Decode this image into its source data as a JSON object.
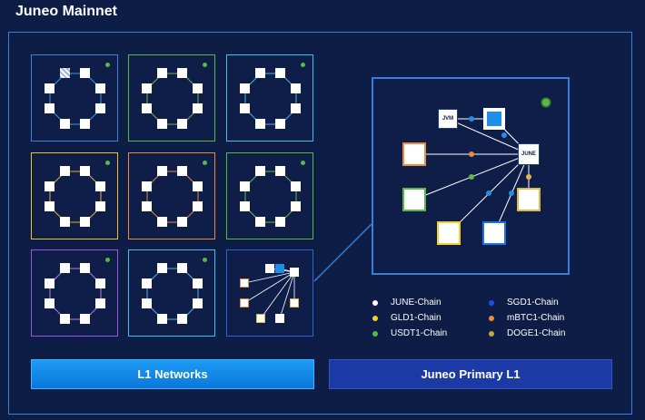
{
  "header": {
    "title": "Juneo Mainnet"
  },
  "grid": {
    "subnets": [
      {
        "name": "subnet-1",
        "border": "#3a82d6",
        "edge": "#3b9ae0",
        "hatched_node": true
      },
      {
        "name": "subnet-2",
        "border": "#59b947",
        "edge": "#6fb64c"
      },
      {
        "name": "subnet-3",
        "border": "#3ec0f0",
        "edge": "#4fb0e8"
      },
      {
        "name": "subnet-4",
        "border": "#f0c22e",
        "edge": "#e0b23a"
      },
      {
        "name": "subnet-5",
        "border": "#ef8a3a",
        "edge": "#e58a43"
      },
      {
        "name": "subnet-6",
        "border": "#59b947",
        "edge": "#6fb64c"
      },
      {
        "name": "subnet-7",
        "border": "#a252e8",
        "edge": "#b87cf0"
      },
      {
        "name": "subnet-8",
        "border": "#3ec0f0",
        "edge": "#4fb0e8"
      },
      {
        "name": "primary-network-mini",
        "border": "#2d63d8",
        "edge": "#ffffff"
      }
    ]
  },
  "primary_network": {
    "jvm_label": "JVM",
    "june_label": "JUNE",
    "indicator_color": "#59b947",
    "chains": [
      {
        "id": "jvm",
        "color": "#ffffff"
      },
      {
        "id": "sgd1",
        "color": "#1f8fe8"
      },
      {
        "id": "mbtc1",
        "color": "#ef8a3a"
      },
      {
        "id": "usdt1",
        "color": "#59b947"
      },
      {
        "id": "gld1",
        "color": "#f2d22a"
      },
      {
        "id": "doge1",
        "color": "#e0b84a"
      },
      {
        "id": "sgd1-b",
        "color": "#1f8fe8"
      }
    ]
  },
  "legend": {
    "items": [
      {
        "label": "JUNE-Chain",
        "color": "#ffffff"
      },
      {
        "label": "GLD1-Chain",
        "color": "#f2d22a"
      },
      {
        "label": "USDT1-Chain",
        "color": "#59b947"
      },
      {
        "label": "SGD1-Chain",
        "color": "#1f4fe0"
      },
      {
        "label": "mBTC1-Chain",
        "color": "#ef8a3a"
      },
      {
        "label": "DOGE1-Chain",
        "color": "#c9a53c"
      }
    ]
  },
  "buttons": {
    "l1_networks": "L1 Networks",
    "primary": "Juneo Primary L1"
  }
}
